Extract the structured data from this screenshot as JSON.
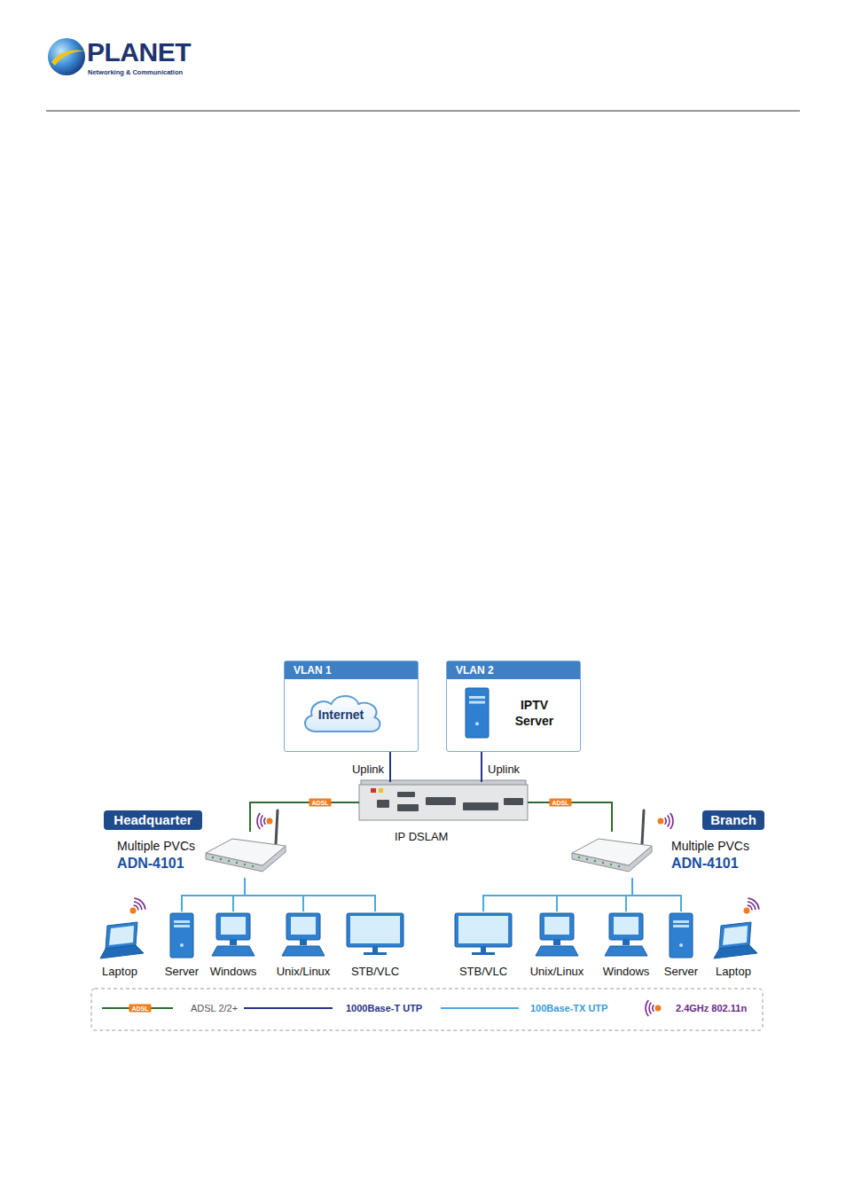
{
  "diagram": {
    "nodes": [
      {
        "text": [
          "VLAN 1"
        ]
      },
      {
        "text": [
          "Internet"
        ],
        "in": 0
      },
      {
        "text": [
          "VLAN 2"
        ]
      },
      {
        "text": [
          "IPTV Server"
        ],
        "in": 2
      },
      {
        "text": [
          "Headquarter"
        ]
      },
      {
        "text": [
          "IP DSLAM"
        ]
      },
      {
        "text": [
          "Branch"
        ]
      },
      {
        "text": [
          "Multiple PVCs",
          "ADN-4101"
        ]
      },
      {
        "text": [
          "Multiple PVCs",
          "ADN-4101"
        ]
      },
      {
        "text": [
          "Laptop"
        ]
      },
      {
        "text": [
          "Server"
        ]
      },
      {
        "text": [
          "Windows"
        ]
      },
      {
        "text": [
          "Unix/Linux"
        ]
      },
      {
        "text": [
          "STB/VLC"
        ]
      },
      {
        "text": [
          "STB/VLC"
        ]
      },
      {
        "text": [
          "Unix/Linux"
        ]
      },
      {
        "text": [
          "Windows"
        ]
      },
      {
        "text": [
          "Server"
        ]
      },
      {
        "text": [
          "Laptop"
        ]
      }
    ],
    "edges": [
      {
        "from": 0,
        "to": 5,
        "label": "Uplink",
        "arrow": "none"
      },
      {
        "from": 2,
        "to": 5,
        "label": "Uplink",
        "arrow": "none"
      },
      {
        "from": 5,
        "to": 7,
        "label": "ADSL",
        "arrow": "none"
      },
      {
        "from": 5,
        "to": 8,
        "label": "ADSL",
        "arrow": "none"
      },
      {
        "from": 7,
        "to": 10,
        "arrow": "none"
      },
      {
        "from": 7,
        "to": 11,
        "arrow": "none"
      },
      {
        "from": 7,
        "to": 12,
        "arrow": "none"
      },
      {
        "from": 7,
        "to": 13,
        "arrow": "none"
      },
      {
        "from": 8,
        "to": 14,
        "arrow": "none"
      },
      {
        "from": 8,
        "to": 15,
        "arrow": "none"
      },
      {
        "from": 8,
        "to": 16,
        "arrow": "none"
      },
      {
        "from": 8,
        "to": 17,
        "arrow": "none"
      }
    ],
    "labels": [
      "PLANET",
      "Networking & Communication",
      "ADSL"
    ],
    "legend": [
      {
        "text": "ADSL 2/2+"
      },
      {
        "text": "1000Base-T UTP"
      },
      {
        "text": "100Base-TX UTP"
      },
      {
        "text": "2.4GHz 802.11n"
      }
    ]
  }
}
